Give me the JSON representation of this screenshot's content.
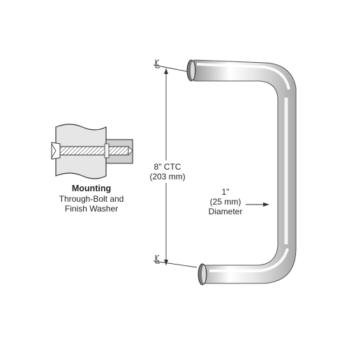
{
  "mounting": {
    "title": "Mounting",
    "caption_line1": "Through-Bolt and",
    "caption_line2": "Finish Washer"
  },
  "dimensions": {
    "ctc_line1": "8\" CTC",
    "ctc_line2": "(203 mm)",
    "diameter_line1": "1\"",
    "diameter_line2": "(25 mm)",
    "diameter_line3": "Diameter",
    "centerline_symbol": "CL"
  },
  "colors": {
    "line": "#333333",
    "chrome_light": "#ffffff",
    "chrome_mid": "#d9d9d9",
    "chrome_dark": "#8c8c8c"
  }
}
